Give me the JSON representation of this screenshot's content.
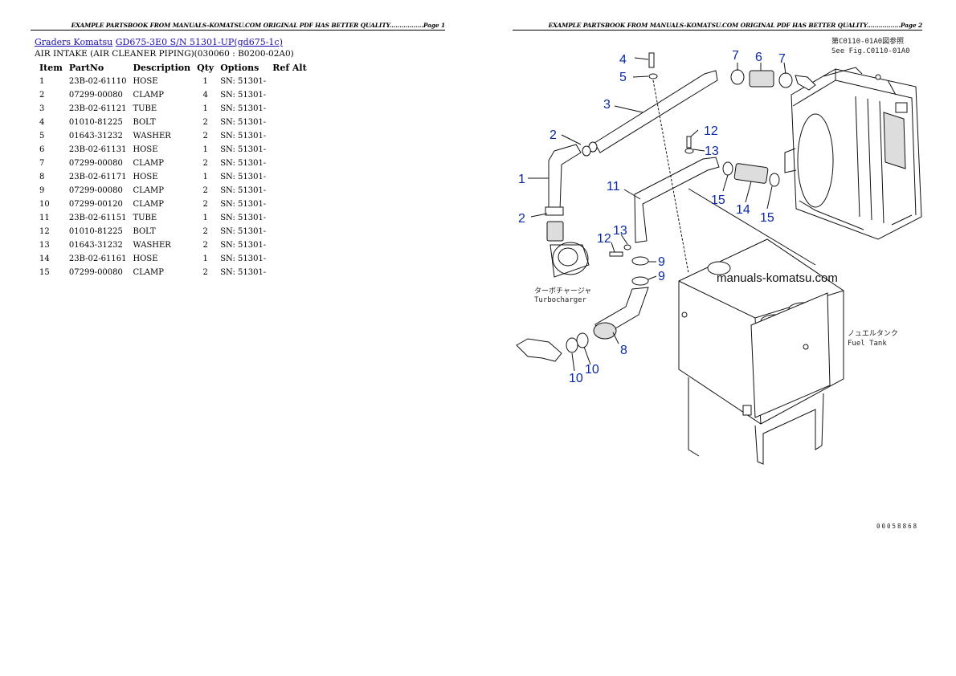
{
  "left_page": {
    "header": "EXAMPLE PARTSBOOK FROM MANUALS-KOMATSU.COM ORIGINAL PDF HAS BETTER QUALITY.................Page 1",
    "breadcrumb": {
      "link1": "Graders Komatsu",
      "link2": "GD675-3E0 S/N  51301-UP(gd675-1c)"
    },
    "subtitle": "AIR INTAKE (AIR CLEANER PIPING)(030060 : B0200-02A0)",
    "table": {
      "columns": [
        "Item",
        "PartNo",
        "Description",
        "Qty",
        "Options",
        "Ref Alt"
      ],
      "rows": [
        [
          "1",
          "23B-02-61110",
          "HOSE",
          "1",
          "SN: 51301-",
          ""
        ],
        [
          "2",
          "07299-00080",
          "CLAMP",
          "4",
          "SN: 51301-",
          ""
        ],
        [
          "3",
          "23B-02-61121",
          "TUBE",
          "1",
          "SN: 51301-",
          ""
        ],
        [
          "4",
          "01010-81225",
          "BOLT",
          "2",
          "SN: 51301-",
          ""
        ],
        [
          "5",
          "01643-31232",
          "WASHER",
          "2",
          "SN: 51301-",
          ""
        ],
        [
          "6",
          "23B-02-61131",
          "HOSE",
          "1",
          "SN: 51301-",
          ""
        ],
        [
          "7",
          "07299-00080",
          "CLAMP",
          "2",
          "SN: 51301-",
          ""
        ],
        [
          "8",
          "23B-02-61171",
          "HOSE",
          "1",
          "SN: 51301-",
          ""
        ],
        [
          "9",
          "07299-00080",
          "CLAMP",
          "2",
          "SN: 51301-",
          ""
        ],
        [
          "10",
          "07299-00120",
          "CLAMP",
          "2",
          "SN: 51301-",
          ""
        ],
        [
          "11",
          "23B-02-61151",
          "TUBE",
          "1",
          "SN: 51301-",
          ""
        ],
        [
          "12",
          "01010-81225",
          "BOLT",
          "2",
          "SN: 51301-",
          ""
        ],
        [
          "13",
          "01643-31232",
          "WASHER",
          "2",
          "SN: 51301-",
          ""
        ],
        [
          "14",
          "23B-02-61161",
          "HOSE",
          "1",
          "SN: 51301-",
          ""
        ],
        [
          "15",
          "07299-00080",
          "CLAMP",
          "2",
          "SN: 51301-",
          ""
        ]
      ]
    }
  },
  "right_page": {
    "header": "EXAMPLE PARTSBOOK FROM MANUALS-KOMATSU.COM ORIGINAL PDF HAS BETTER QUALITY.................Page 2",
    "diagram": {
      "ref_jp": "第C0110-01A0図参照",
      "ref_en": "See Fig.C0110-01A0",
      "turbo_jp": "ターボチャージャ",
      "turbo_en": "Turbocharger",
      "tank_jp": "ノュエルタンク",
      "tank_en": "Fuel Tank",
      "watermark": "manuals-komatsu.com",
      "figure_code": "00058868",
      "callouts": [
        "4",
        "5",
        "7",
        "6",
        "7",
        "3",
        "2",
        "12",
        "13",
        "1",
        "11",
        "15",
        "14",
        "15",
        "2",
        "13",
        "12",
        "9",
        "9",
        "8",
        "10",
        "10"
      ]
    }
  }
}
